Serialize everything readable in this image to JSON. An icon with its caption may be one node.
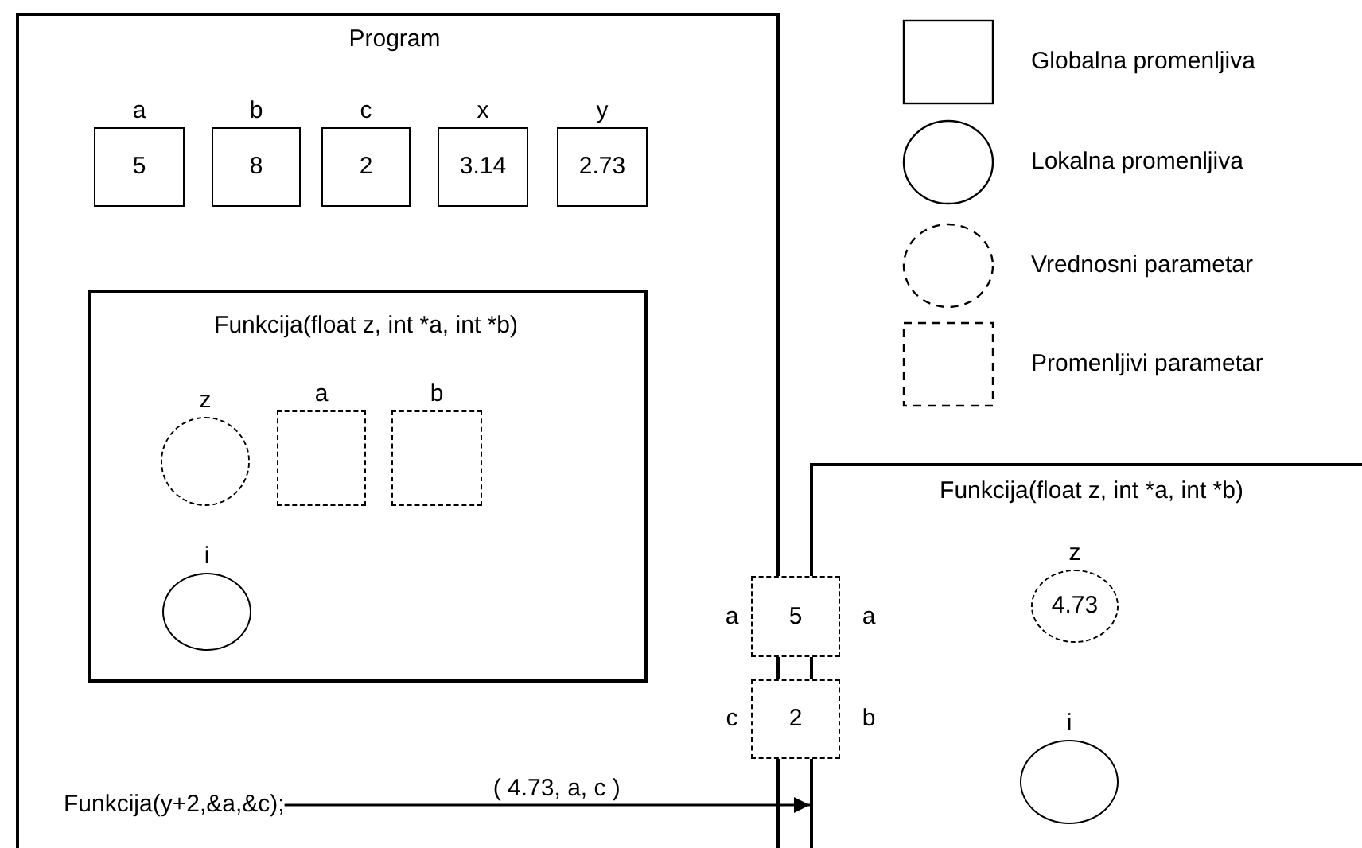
{
  "diagram": {
    "nodes": [
      {
        "text": [
          "Program"
        ]
      },
      {
        "text": [
          "a",
          "5"
        ],
        "in": 0
      },
      {
        "text": [
          "b",
          "8"
        ],
        "in": 0
      },
      {
        "text": [
          "c",
          "2"
        ],
        "in": 0
      },
      {
        "text": [
          "x",
          "3.14"
        ],
        "in": 0
      },
      {
        "text": [
          "y",
          "2.73"
        ],
        "in": 0
      },
      {
        "text": [
          "Funkcija(float z, int *a, int *b)"
        ],
        "in": 0
      },
      {
        "text": [
          "z"
        ],
        "in": 6
      },
      {
        "text": [
          "a"
        ],
        "in": 6
      },
      {
        "text": [
          "b"
        ],
        "in": 6
      },
      {
        "text": [
          "i"
        ],
        "in": 6
      },
      {
        "text": [
          "Funkcija(float z, int *a, int *b)"
        ]
      },
      {
        "text": [
          "z",
          "4.73"
        ],
        "in": 11
      },
      {
        "text": [
          "i"
        ],
        "in": 11
      },
      {
        "text": [
          "5"
        ],
        "beside": [
          "a",
          "a"
        ]
      },
      {
        "text": [
          "2"
        ],
        "beside": [
          "c",
          "b"
        ]
      },
      {
        "text": [
          "Funkcija(y+2,&a,&c);"
        ],
        "in": 0
      }
    ],
    "edges": [
      {
        "from": 16,
        "to": 11,
        "arrow": "to",
        "label": "( 4.73, a, c )"
      }
    ],
    "legend": [
      {
        "text": "Globalna promenljiva"
      },
      {
        "text": "Lokalna promenljiva"
      },
      {
        "text": "Vrednosni parametar"
      },
      {
        "text": "Promenljivi parametar"
      }
    ]
  }
}
